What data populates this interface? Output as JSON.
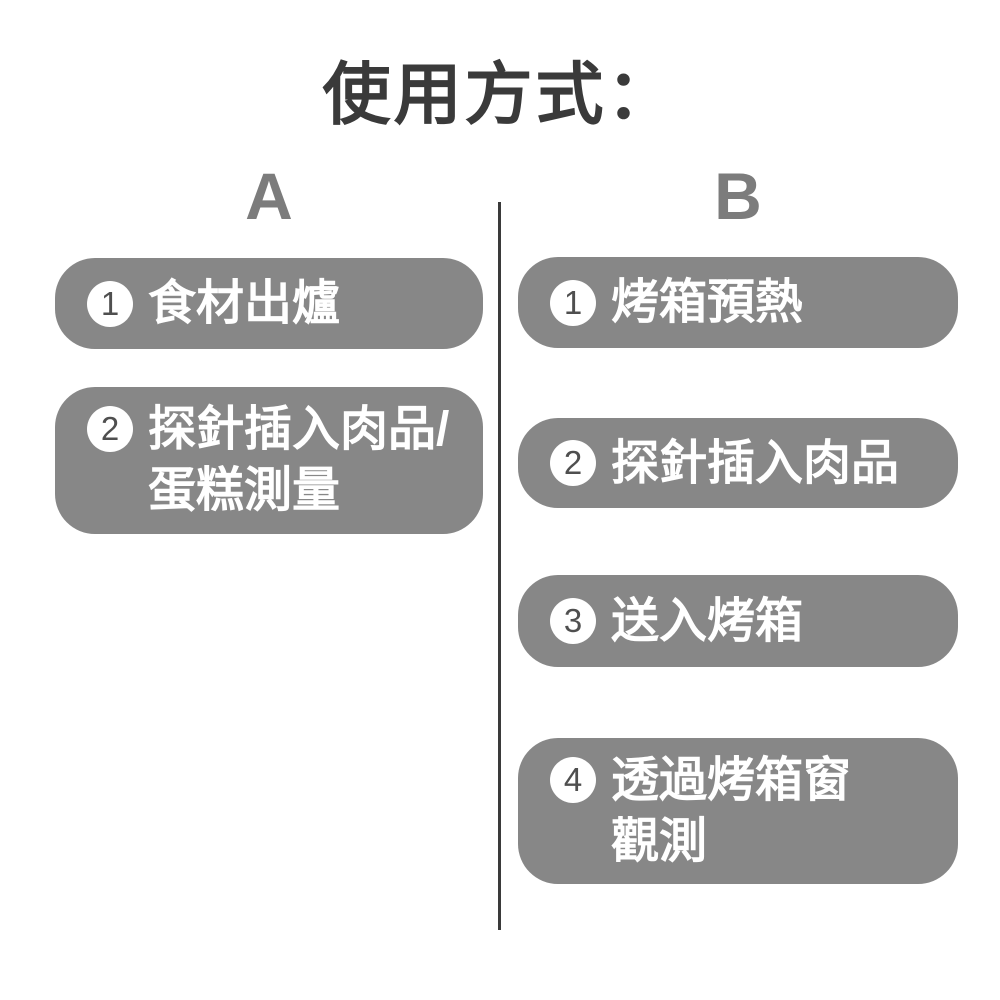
{
  "title": "使用方式：",
  "columns": [
    {
      "label": "A",
      "steps": [
        {
          "number": "1",
          "lines": [
            "食材出爐"
          ]
        },
        {
          "number": "2",
          "lines": [
            "探針插入肉品/",
            "蛋糕測量"
          ]
        }
      ]
    },
    {
      "label": "B",
      "steps": [
        {
          "number": "1",
          "lines": [
            "烤箱預熱"
          ]
        },
        {
          "number": "2",
          "lines": [
            "探針插入肉品"
          ]
        },
        {
          "number": "3",
          "lines": [
            "送入烤箱"
          ]
        },
        {
          "number": "4",
          "lines": [
            "透過烤箱窗",
            "觀測"
          ]
        }
      ]
    }
  ],
  "colors": {
    "background": "#ffffff",
    "title_text": "#3a3a3a",
    "column_label": "#7c7c7c",
    "divider": "#3a3a3a",
    "box_fill": "#878787",
    "box_text": "#ffffff",
    "badge_fill": "#ffffff",
    "badge_text": "#4f4f4f"
  }
}
